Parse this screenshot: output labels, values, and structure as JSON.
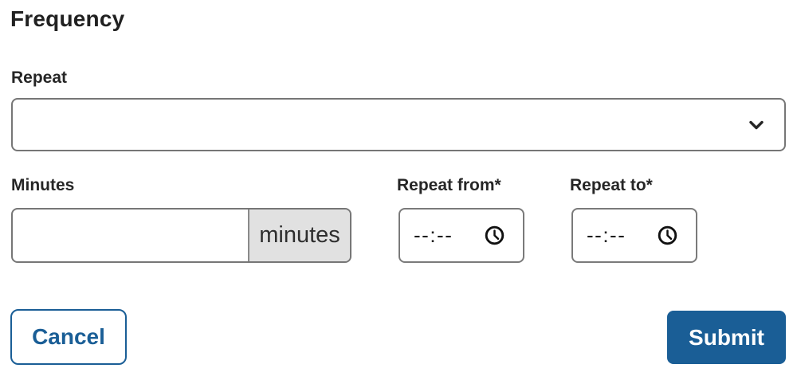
{
  "form": {
    "title": "Frequency",
    "repeat": {
      "label": "Repeat",
      "selected_value": ""
    },
    "minutes": {
      "label": "Minutes",
      "value": "",
      "unit_suffix": "minutes"
    },
    "repeat_from": {
      "label": "Repeat from*",
      "placeholder": "--:--"
    },
    "repeat_to": {
      "label": "Repeat to*",
      "placeholder": "--:--"
    },
    "buttons": {
      "cancel": "Cancel",
      "submit": "Submit"
    }
  },
  "icons": {
    "dropdown": "chevron-down-icon",
    "time_picker": "clock-icon"
  },
  "colors": {
    "primary_blue": "#1a5e96",
    "text": "#262626",
    "input_border": "#767676",
    "addon_background": "#e1e1e1",
    "background": "#ffffff"
  }
}
